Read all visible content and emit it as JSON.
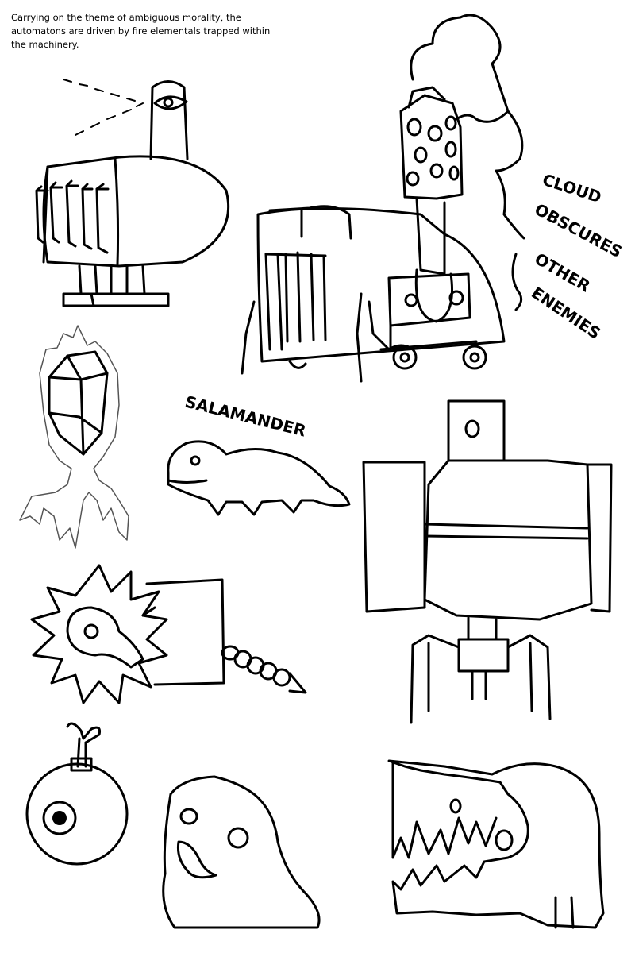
{
  "caption": "Carrying on the theme of ambiguous morality, the automatons are driven by fire elementals trapped within the machinery.",
  "notes": {
    "salamander": "SALAMANDER",
    "cloud_line1": "CLOUD",
    "cloud_line2": "OBSCURES",
    "cloud_line3": "OTHER",
    "cloud_line4": "ENEMIES"
  }
}
